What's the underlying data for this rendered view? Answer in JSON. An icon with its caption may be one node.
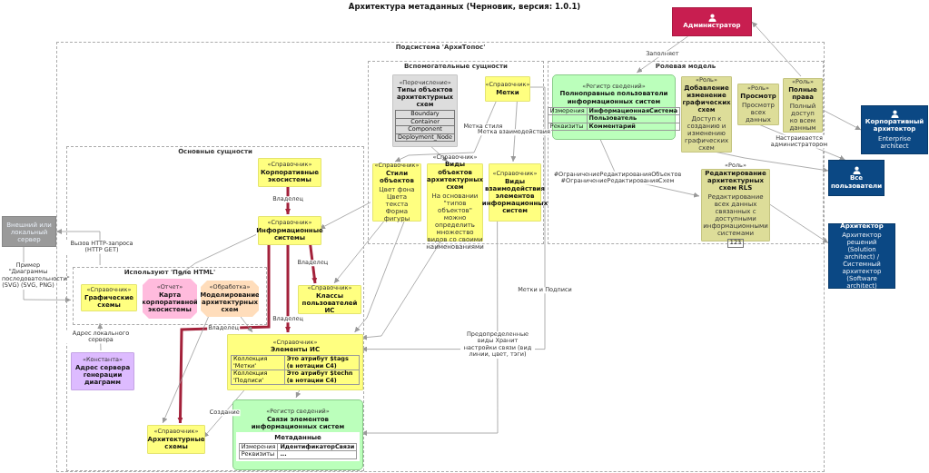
{
  "diagram": {
    "title": "Архитектура метаданных (Черновик, версия: 1.0.1)",
    "nodes": [
      {
        "text": [
          "Администратор"
        ]
      },
      {
        "text": [
          "Подсистема 'АрхиТопос'"
        ]
      },
      {
        "text": [
          "Ролевая модель"
        ],
        "in": 1
      },
      {
        "text": [
          "«Регистр сведений»",
          "Полноправные пользователи информационных систем",
          "Измерения",
          "ИнформационнаяСистема",
          "Пользователь",
          "Реквизиты",
          "Комментарий"
        ],
        "in": 2
      },
      {
        "text": [
          "«Роль»",
          "Добавление изменение графических схем",
          "Доступ к созданию и изменению графических схем"
        ],
        "in": 2
      },
      {
        "text": [
          "«Роль»",
          "Просмотр",
          "Просмотр всех данных"
        ],
        "in": 2
      },
      {
        "text": [
          "«Роль»",
          "Полные права",
          "Полный доступ ко всем данным"
        ],
        "in": 2
      },
      {
        "text": [
          "«Роль»",
          "Редактирование архитектурных схем RLS",
          "Редактирование всех данных связанных с доступными информационными системами",
          "123"
        ],
        "in": 2
      },
      {
        "text": [
          "Вспомогательные сущности"
        ],
        "in": 1
      },
      {
        "text": [
          "«Перечисление»",
          "Типы объектов архитектурных схем",
          "Boundary",
          "Container",
          "Component",
          "Deployment_Node"
        ],
        "in": 8
      },
      {
        "text": [
          "«Справочник»",
          "Метки"
        ],
        "in": 8
      },
      {
        "text": [
          "«Справочник»",
          "Стили объектов",
          "Цвет фона Цвета текста Форма фигуры"
        ],
        "in": 8
      },
      {
        "text": [
          "«Справочник»",
          "Виды объектов архитектурных схем",
          "На основании \"типов объектов\" можно определить множество видов со своими наименованиями"
        ],
        "in": 8
      },
      {
        "text": [
          "«Справочник»",
          "Виды взаимодействия элементов информационных систем"
        ],
        "in": 8
      },
      {
        "text": [
          "Основные сущности"
        ],
        "in": 1
      },
      {
        "text": [
          "«Справочник»",
          "Корпоративные экосистемы"
        ],
        "in": 14
      },
      {
        "text": [
          "«Справочник»",
          "Информационные системы"
        ],
        "in": 14
      },
      {
        "text": [
          "Используют 'Поле HTML'"
        ],
        "in": 14
      },
      {
        "text": [
          "«Справочник»",
          "Графические схемы"
        ],
        "in": 17
      },
      {
        "text": [
          "«Отчет»",
          "Карта корпоративной экосистемы"
        ],
        "in": 17
      },
      {
        "text": [
          "«Обработка»",
          "Моделирование архитектурных схем"
        ],
        "in": 17
      },
      {
        "text": [
          "«Справочник»",
          "Классы пользователей ИС"
        ],
        "in": 14
      },
      {
        "text": [
          "«Константа»",
          "Адрес сервера генерации диаграмм"
        ],
        "in": 14
      },
      {
        "text": [
          "«Справочник»",
          "Элементы ИС",
          "Коллекция 'Метки'",
          "Это атрибут $tags (в нотации C4)",
          "Коллекция 'Подписи'",
          "Это атрибут $techn (в нотации C4)"
        ],
        "in": 14
      },
      {
        "text": [
          "«Справочник»",
          "Архитектурные схемы"
        ],
        "in": 14
      },
      {
        "text": [
          "«Регистр сведений»",
          "Связи элементов информационных систем",
          "Метаданные",
          "Измерения",
          "ИдентификаторСвязи",
          "Реквизиты",
          "..."
        ],
        "in": 14
      },
      {
        "text": [
          "Внешний или локальный сервер"
        ]
      },
      {
        "text": [
          "Все пользователи"
        ]
      },
      {
        "text": [
          "Корпоративный архитектор",
          "Enterprise architect"
        ]
      },
      {
        "text": [
          "Архитектор",
          "Архитектор решений (Solution architect) / Системный архитектор (Software architect)"
        ]
      }
    ],
    "edges": [
      {
        "from": 0,
        "to": 3,
        "arrow": "to",
        "label": "Заполняет"
      },
      {
        "from": 6,
        "to": 0,
        "arrow": "to"
      },
      {
        "from": 3,
        "to": 7,
        "arrow": "to",
        "label": "#ОграничениеРедактированияОбъектов #ОграничениеРедактированияСхем"
      },
      {
        "from": 4,
        "to": 27,
        "arrow": "to"
      },
      {
        "from": 5,
        "to": 27,
        "arrow": "to",
        "label": "Настраивается администратором"
      },
      {
        "from": 6,
        "to": 28,
        "arrow": "to"
      },
      {
        "from": 7,
        "to": 29,
        "arrow": "to"
      },
      {
        "from": 9,
        "to": 12,
        "arrow": "to"
      },
      {
        "from": 10,
        "to": 11,
        "arrow": "to",
        "label": "Метка стиля"
      },
      {
        "from": 10,
        "to": 13,
        "arrow": "to",
        "label": "Метка взаимодействия"
      },
      {
        "from": 10,
        "to": 23,
        "arrow": "to",
        "label": "Метки и Подписи"
      },
      {
        "from": 13,
        "to": 25,
        "arrow": "to",
        "label": "Предопределенные виды Хранит настройки связи (вид линии, цвет, тэги)"
      },
      {
        "from": 11,
        "to": 16,
        "arrow": "to"
      },
      {
        "from": 11,
        "to": 21,
        "arrow": "to"
      },
      {
        "from": 11,
        "to": 23,
        "arrow": "to"
      },
      {
        "from": 12,
        "to": 23,
        "arrow": "to"
      },
      {
        "from": 15,
        "to": 16,
        "arrow": "to",
        "label": "Владелец",
        "style": "thick",
        "color": "#a3213a"
      },
      {
        "from": 16,
        "to": 19,
        "arrow": "to"
      },
      {
        "from": 16,
        "to": 21,
        "arrow": "to",
        "label": "Владелец",
        "style": "thick",
        "color": "#a3213a"
      },
      {
        "from": 16,
        "to": 23,
        "arrow": "to",
        "label": "Владелец",
        "style": "thick",
        "color": "#a3213a"
      },
      {
        "from": 16,
        "to": 24,
        "arrow": "to",
        "label": "Владелец",
        "style": "thick",
        "color": "#a3213a"
      },
      {
        "from": 20,
        "to": 23,
        "arrow": "to"
      },
      {
        "from": 20,
        "to": 24,
        "arrow": "to"
      },
      {
        "from": 23,
        "to": 24,
        "arrow": "to",
        "label": "Создание"
      },
      {
        "from": 23,
        "to": 25,
        "arrow": "to"
      },
      {
        "from": 26,
        "to": 17,
        "arrow": "to",
        "label": "Пример \"Диаграммы последовательности\" (SVG) (SVG, PNG)"
      },
      {
        "from": 17,
        "to": 26,
        "arrow": "to",
        "label": "Вызов HTTP-запроса (HTTP GET)"
      },
      {
        "from": 22,
        "to": 17,
        "arrow": "to",
        "label": "Адрес локального сервера"
      }
    ]
  }
}
